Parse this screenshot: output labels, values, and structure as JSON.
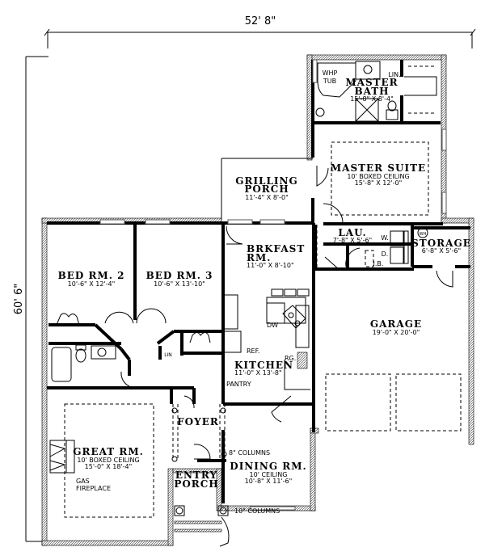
{
  "plan": {
    "overall_width": "52' 8\"",
    "overall_depth": "60' 6\""
  },
  "rooms": {
    "master_bath": {
      "name_1": "MASTER",
      "name_2": "BATH",
      "size": "15'-8\" X 8'-4\"",
      "whp_1": "WHP",
      "whp_2": "TUB",
      "lin": "LIN."
    },
    "master_suite": {
      "name": "MASTER SUITE",
      "ceiling": "10' BOXED CEILING",
      "size": "15'-8\" X 12'-0\""
    },
    "grilling_porch": {
      "name_1": "GRILLING",
      "name_2": "PORCH",
      "size": "11'-4\" X 8'-0\""
    },
    "laundry": {
      "name": "LAU.",
      "size": "7'-8\" X 5'-6\"",
      "washer": "W.",
      "dryer": "D.",
      "ib": "I.B."
    },
    "storage": {
      "name": "STORAGE",
      "size": "6'-8\" X 5'-6\"",
      "wh": "WH"
    },
    "bed2": {
      "name": "BED RM. 2",
      "size": "10'-6\" X 12'-4\""
    },
    "bed3": {
      "name": "BED RM. 3",
      "size": "10'-6\" X 13'-10\"",
      "lin": "LIN"
    },
    "breakfast": {
      "name_1": "BRKFAST",
      "name_2": "RM.",
      "size": "11'-0\" X 8'-10\""
    },
    "kitchen": {
      "name": "KITCHEN",
      "size": "11'-0\" X 13'-8\"",
      "dw": "DW",
      "ref": "REF.",
      "range": "RG.",
      "pantry": "PANTRY"
    },
    "garage": {
      "name": "GARAGE",
      "size": "19'-0\" X 20'-0\""
    },
    "great_room": {
      "name": "GREAT RM.",
      "ceiling": "10' BOXED CEILING",
      "size": "15'-0\" X 18'-4\"",
      "fireplace_1": "GAS",
      "fireplace_2": "FIREPLACE"
    },
    "foyer": {
      "name": "FOYER"
    },
    "dining": {
      "name": "DINING RM.",
      "ceiling": "10' CEILING",
      "size": "10'-8\" X 11'-6\""
    },
    "entry_porch": {
      "name_1": "ENTRY",
      "name_2": "PORCH"
    }
  },
  "notes": {
    "columns_8": "8\" COLUMNS",
    "columns_10": "10\" COLUMNS"
  }
}
